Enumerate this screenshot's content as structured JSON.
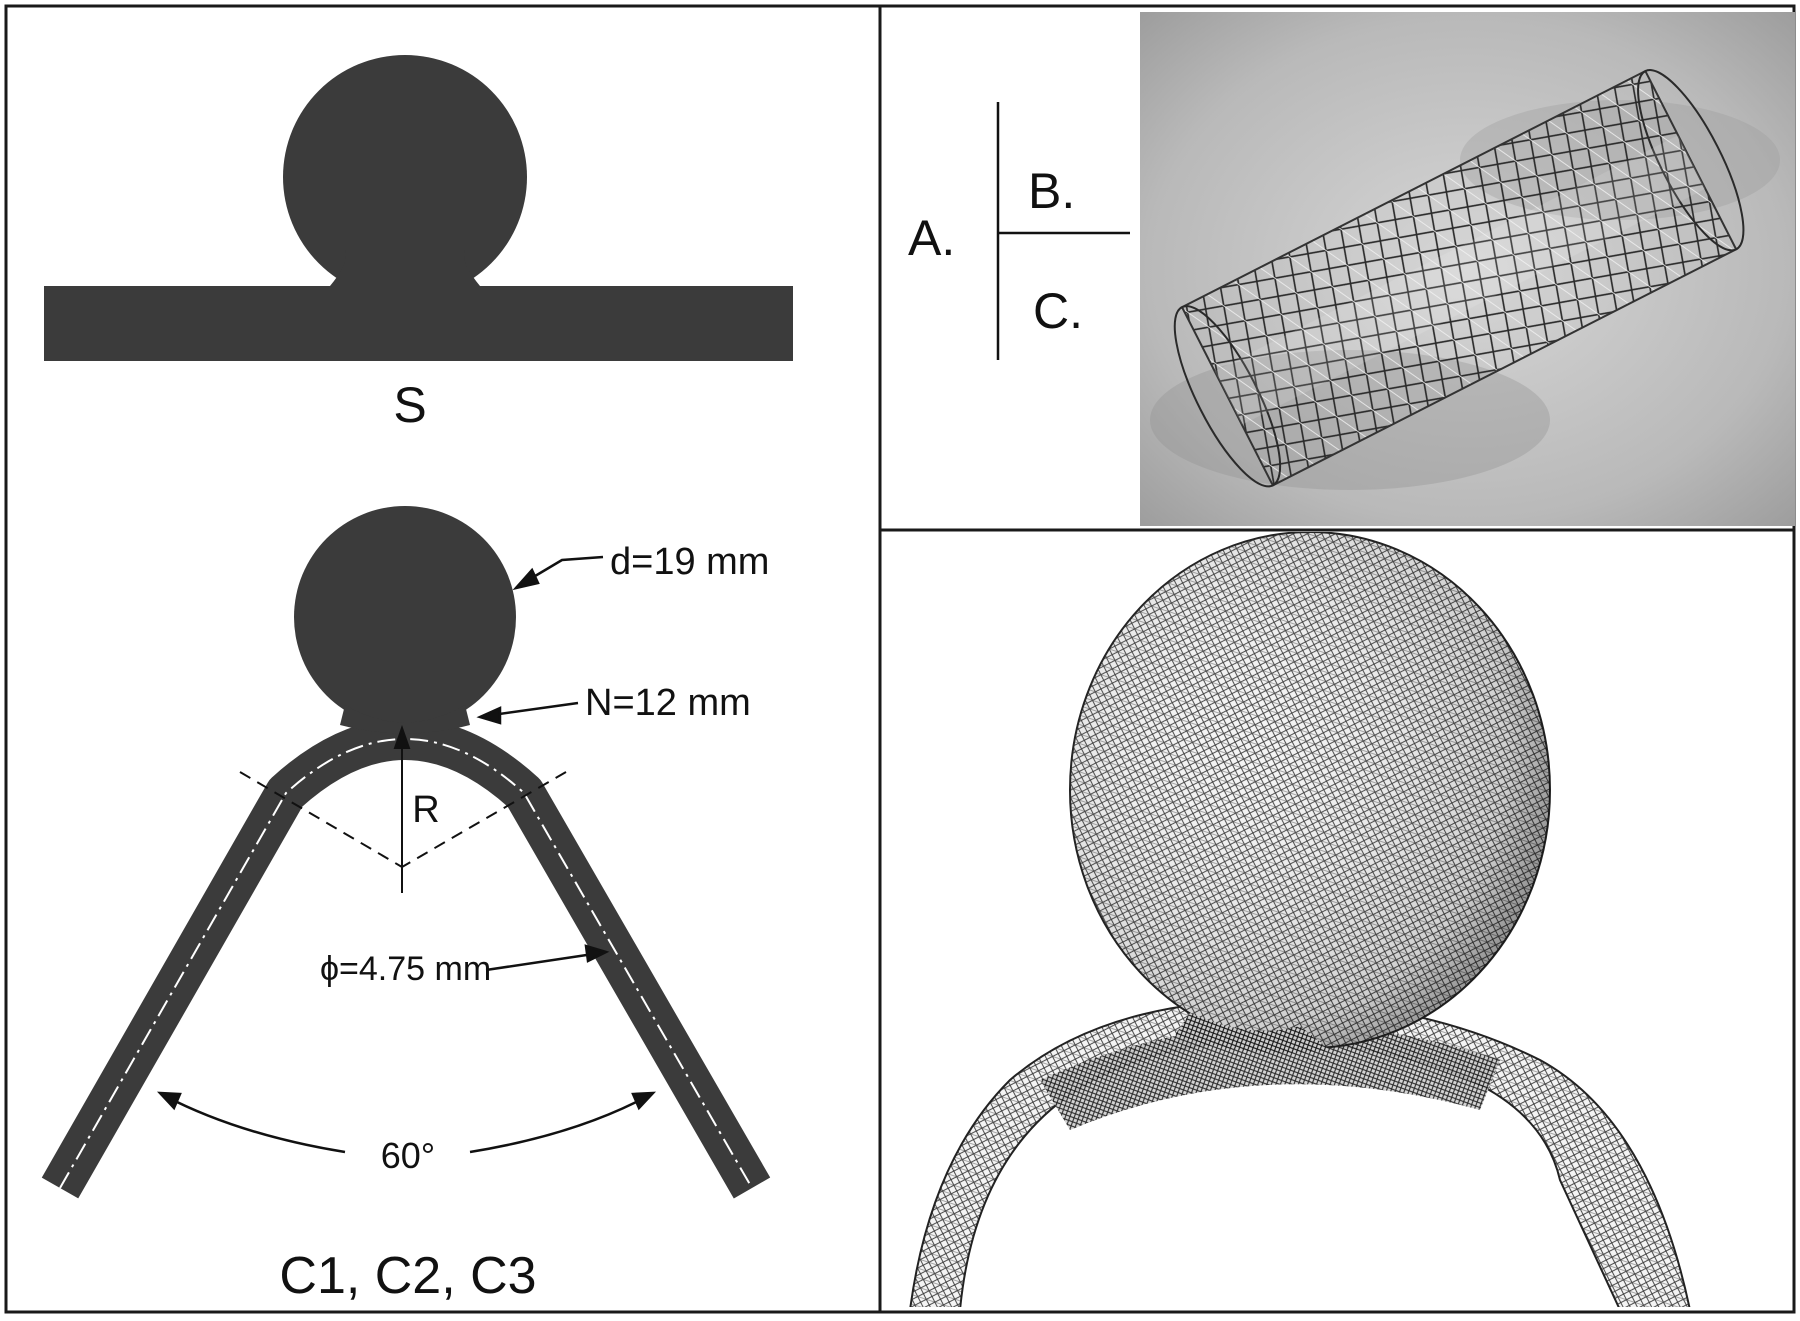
{
  "panel_a": {
    "straight_label": "S",
    "dimension_diameter": "d=19 mm",
    "dimension_neck": "N=12 mm",
    "radius_label": "R",
    "vessel_diameter": "ϕ=4.75 mm",
    "angle_label": "60°",
    "curved_labels": "C1, C2, C3"
  },
  "legend": {
    "a": "A.",
    "b": "B.",
    "c": "C."
  },
  "colors": {
    "shape_fill": "#3b3b3b",
    "border": "#1a1a1a",
    "photo_bg": "#bdbdbd",
    "mesh": "#2a2a2a"
  }
}
